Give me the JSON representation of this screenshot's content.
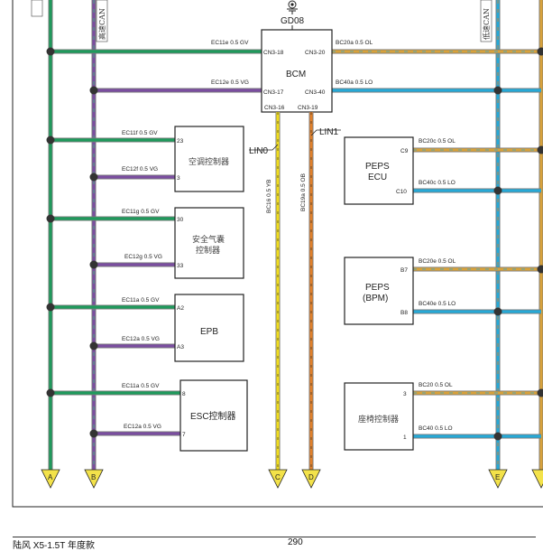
{
  "ground_label": "GD08",
  "bus_labels": {
    "high_can": "高速CAN",
    "low_can": "低速CAN"
  },
  "terminals": [
    "A",
    "B",
    "C",
    "D",
    "E"
  ],
  "bcm": {
    "name": "BCM",
    "pins": {
      "cn3_18": "CN3-18",
      "cn3_17": "CN3-17",
      "cn3_16": "CN3-16",
      "cn3_19": "CN3-19",
      "cn3_20": "CN3-20",
      "cn3_40": "CN3-40"
    }
  },
  "lin": {
    "lin0": "LIN0",
    "lin1": "LIN1"
  },
  "wires": {
    "ec11e": "EC11e 0.5 GV",
    "ec12e": "EC12e 0.5 VG",
    "bc20a": "BC20a 0.5 OL",
    "bc40a": "BC40a 0.5 LO",
    "ec11f": "EC11f 0.5 GV",
    "ec12f": "EC12f 0.5 VG",
    "ec11g": "EC11g 0.5 GV",
    "ec12g": "EC12g 0.5 VG",
    "ec11a_1": "EC11a 0.5 GV",
    "ec12a_1": "EC12a 0.5 VG",
    "ec11a_2": "EC11a 0.5 GV",
    "ec12a_2": "EC12a 0.5 VG",
    "bc16": "BC16 0.5 YB",
    "bc19a": "BC19a 0.5 OB",
    "bc20c": "BC20c 0.5 OL",
    "bc40c": "BC40c 0.5 LO",
    "bc20e": "BC20e 0.5 OL",
    "bc40e": "BC40e 0.5 LO",
    "bc20": "BC20 0.5 OL",
    "bc40": "BC40 0.5 LO"
  },
  "modules": {
    "ac": {
      "name": "空调控制器",
      "pin_top": "23",
      "pin_bottom": "3"
    },
    "airbag": {
      "name_line1": "安全气囊",
      "name_line2": "控制器",
      "pin_top": "30",
      "pin_bottom": "33"
    },
    "epb": {
      "name": "EPB",
      "pin_top": "A2",
      "pin_bottom": "A3"
    },
    "esc": {
      "name": "ESC控制器",
      "pin_top": "8",
      "pin_bottom": "7"
    },
    "peps_ecu": {
      "name_line1": "PEPS",
      "name_line2": "ECU",
      "pin_top": "C9",
      "pin_bottom": "C10"
    },
    "peps_bpm": {
      "name_line1": "PEPS",
      "name_line2": "(BPM)",
      "pin_top": "B7",
      "pin_bottom": "B8"
    },
    "seat": {
      "name": "座椅控制器",
      "pin_top": "3",
      "pin_bottom": "1"
    }
  },
  "colors": {
    "green": "#1f9a5c",
    "violet": "#7b4ea0",
    "yellow": "#f0dc1e",
    "orange": "#e0802a",
    "cyan": "#27a9d6",
    "olive_orange": "#d8a23c"
  },
  "footer": {
    "left": "陆风 X5-1.5T 年度款",
    "page": "290"
  }
}
